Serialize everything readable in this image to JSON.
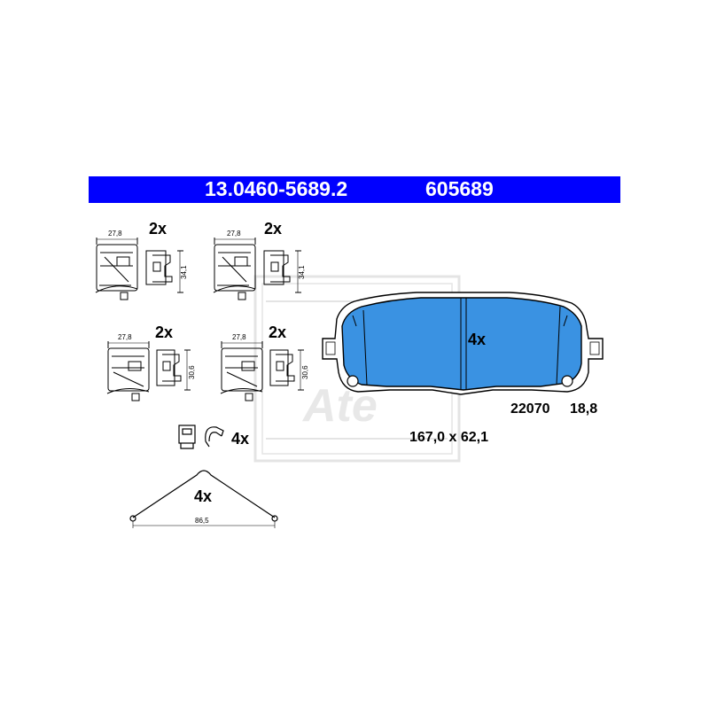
{
  "header": {
    "part_number": "13.0460-5689.2",
    "ref_number": "605689",
    "bar_color": "#0000ff"
  },
  "watermark": {
    "brand": "Ate"
  },
  "clips": [
    {
      "quantity": "2x",
      "width": "27,8",
      "height": "34,1"
    },
    {
      "quantity": "2x",
      "width": "27,8",
      "height": "34,1"
    },
    {
      "quantity": "2x",
      "width": "27,8",
      "height": "30,6"
    },
    {
      "quantity": "2x",
      "width": "27,8",
      "height": "30,6"
    }
  ],
  "small_parts": {
    "quantity": "4x"
  },
  "spring": {
    "quantity": "4x",
    "length": "86,5"
  },
  "pad": {
    "quantity": "4x",
    "wva_code": "22070",
    "thickness": "18,8",
    "dimensions": "167,0 x 62,1",
    "lining_color": "#3a92e2"
  }
}
